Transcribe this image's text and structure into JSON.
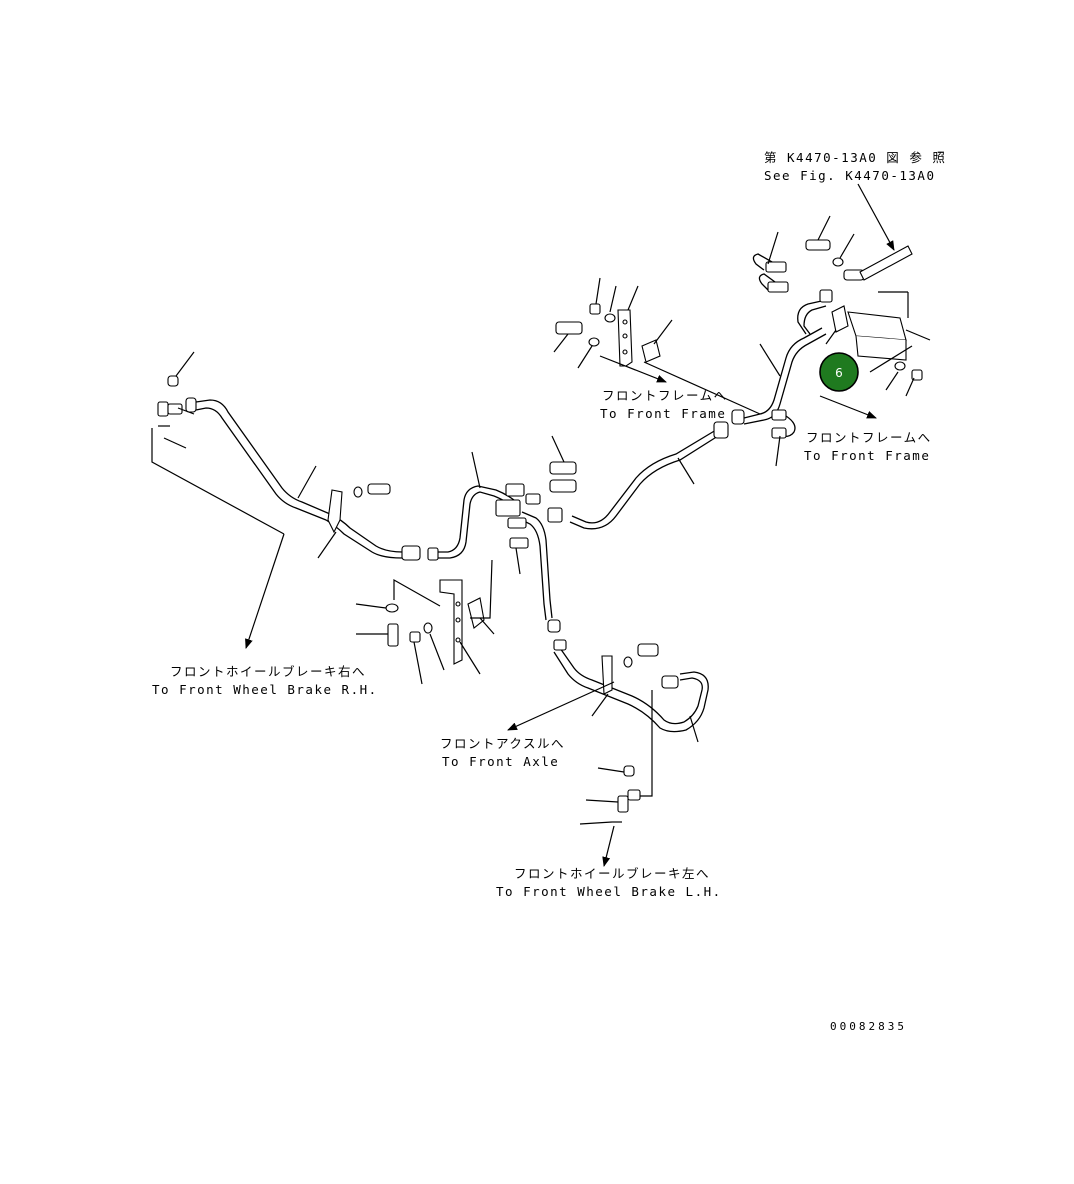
{
  "labels": {
    "see_fig_jp": "第 K4470-13A0 図 参 照",
    "see_fig_en": "See Fig. K4470-13A0",
    "front_frame_upper_jp": "フロントフレームへ",
    "front_frame_upper_en": "To Front Frame",
    "front_frame_right_jp": "フロントフレームへ",
    "front_frame_right_en": "To Front Frame",
    "wheel_brake_rh_jp": "フロントホイールブレーキ右へ",
    "wheel_brake_rh_en": "To Front Wheel Brake R.H.",
    "front_axle_jp": "フロントアクスルへ",
    "front_axle_en": "To Front Axle",
    "wheel_brake_lh_jp": "フロントホイールブレーキ左へ",
    "wheel_brake_lh_en": "To Front Wheel Brake L.H.",
    "drawing_code": "00082835"
  },
  "callout": {
    "number": "6",
    "color": "#1f7a1f",
    "border_color": "#000000"
  }
}
